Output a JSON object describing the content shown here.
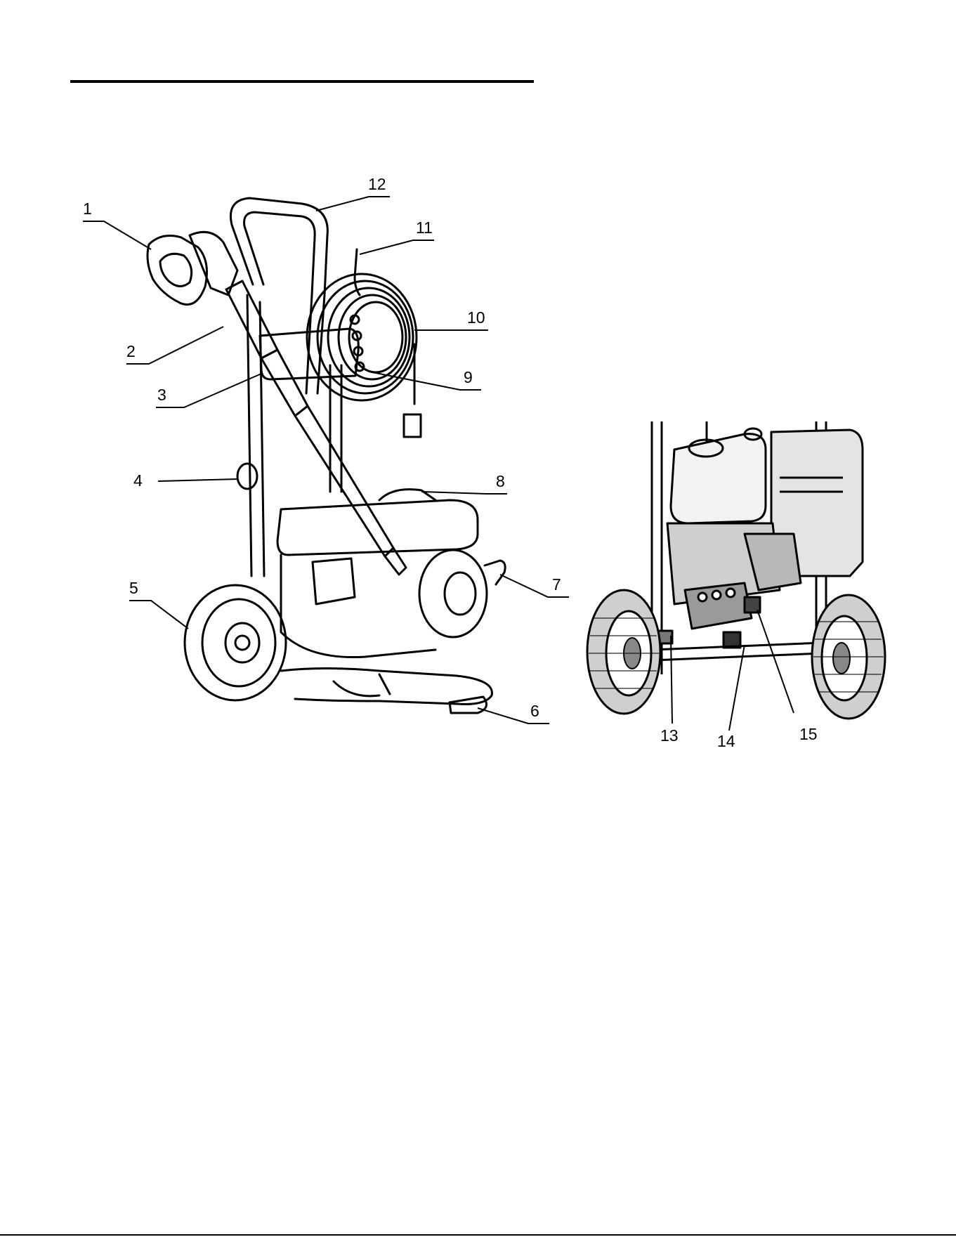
{
  "front_view": {
    "callouts": [
      {
        "id": "1",
        "label": "1"
      },
      {
        "id": "2",
        "label": "2"
      },
      {
        "id": "3",
        "label": "3"
      },
      {
        "id": "4",
        "label": "4"
      },
      {
        "id": "5",
        "label": "5"
      },
      {
        "id": "6",
        "label": "6"
      },
      {
        "id": "7",
        "label": "7"
      },
      {
        "id": "8",
        "label": "8"
      },
      {
        "id": "9",
        "label": "9"
      },
      {
        "id": "10",
        "label": "10"
      },
      {
        "id": "11",
        "label": "11"
      },
      {
        "id": "12",
        "label": "12"
      }
    ]
  },
  "rear_view": {
    "callouts": [
      {
        "id": "13",
        "label": "13"
      },
      {
        "id": "14",
        "label": "14"
      },
      {
        "id": "15",
        "label": "15"
      }
    ]
  },
  "colors": {
    "ink": "#000000",
    "paper": "#ffffff",
    "shade": "#d8d8d8"
  }
}
